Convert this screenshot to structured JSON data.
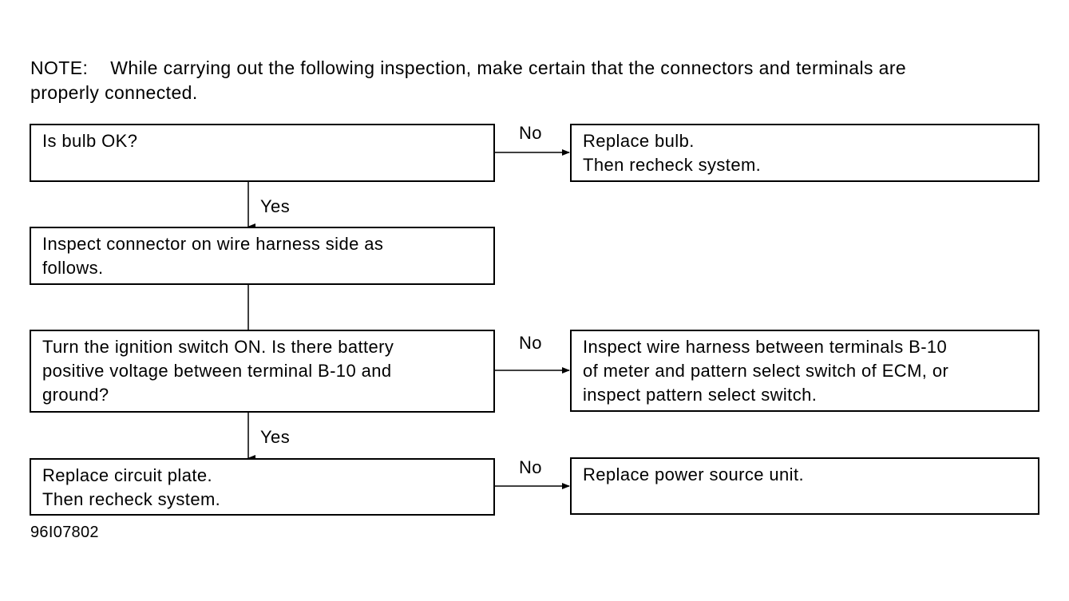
{
  "note": {
    "prefix": "NOTE:",
    "text": "While carrying out the following inspection, make certain that the connectors and terminals are",
    "text_line2": "properly connected."
  },
  "boxes": {
    "bulb_check": {
      "lines": [
        "Is bulb OK?"
      ]
    },
    "replace_bulb": {
      "lines": [
        "Replace bulb.",
        "Then recheck system."
      ]
    },
    "inspect_connector": {
      "lines": [
        "Inspect connector on wire harness side as",
        "follows."
      ]
    },
    "voltage_check": {
      "lines": [
        "Turn the ignition switch ON. Is there battery",
        "positive voltage between terminal B-10 and",
        "ground?"
      ]
    },
    "inspect_harness": {
      "lines": [
        "Inspect wire harness between terminals B-10",
        "of meter and pattern select switch of ECM, or",
        "inspect pattern select switch."
      ]
    },
    "replace_circuit": {
      "lines": [
        "Replace circuit plate.",
        "Then recheck system."
      ]
    },
    "replace_power": {
      "lines": [
        "Replace power source unit."
      ]
    }
  },
  "labels": {
    "no_1": "No",
    "yes_1": "Yes",
    "no_2": "No",
    "yes_2": "Yes",
    "no_3": "No"
  },
  "figure_id": "96I07802"
}
